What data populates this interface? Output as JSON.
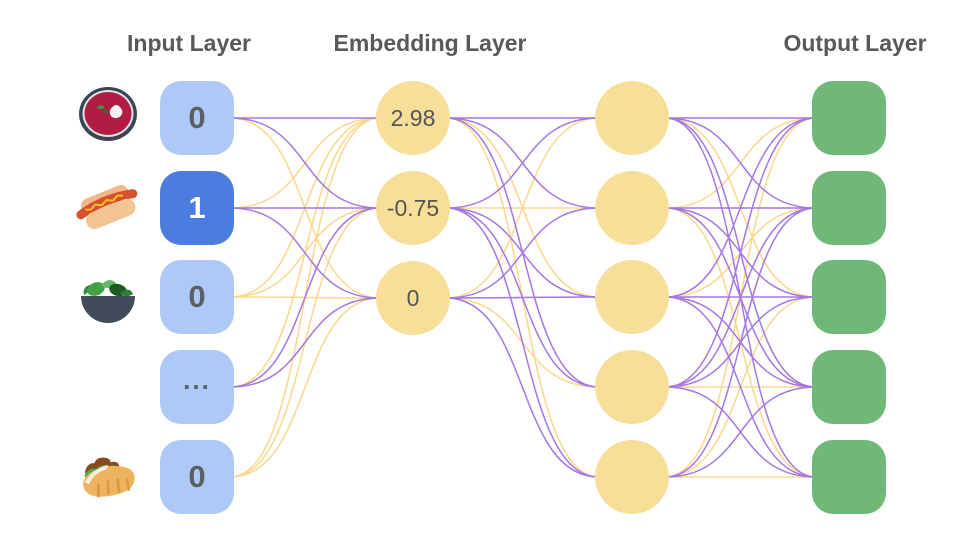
{
  "titles": {
    "input": "Input Layer",
    "embedding": "Embedding Layer",
    "output": "Output Layer"
  },
  "colors": {
    "edge_purple": "#a577e2",
    "edge_yellow": "#f8d88d",
    "node_blue_light": "#aec9f7",
    "node_blue_active": "#4b7de0",
    "node_yellow": "#f7df99",
    "node_green": "#70b878",
    "title_text": "#58595b"
  },
  "layers": {
    "input": {
      "nodes": [
        {
          "value": "0",
          "icon": "borscht-bowl-icon",
          "active": false
        },
        {
          "value": "1",
          "icon": "hot-dog-icon",
          "active": true
        },
        {
          "value": "0",
          "icon": "salad-icon",
          "active": false
        },
        {
          "value": "...",
          "icon": null,
          "active": false
        },
        {
          "value": "0",
          "icon": "pita-icon",
          "active": false
        }
      ]
    },
    "embedding": {
      "nodes": [
        {
          "value": "2.98"
        },
        {
          "value": "-0.75"
        },
        {
          "value": "0"
        }
      ]
    },
    "hidden": {
      "node_count": 5
    },
    "output": {
      "node_count": 5
    }
  },
  "edges": {
    "input_to_embedding": [
      {
        "from": 0,
        "to": 0,
        "color": "purple"
      },
      {
        "from": 0,
        "to": 1,
        "color": "purple"
      },
      {
        "from": 0,
        "to": 2,
        "color": "yellow"
      },
      {
        "from": 1,
        "to": 0,
        "color": "yellow"
      },
      {
        "from": 1,
        "to": 1,
        "color": "purple"
      },
      {
        "from": 1,
        "to": 2,
        "color": "purple"
      },
      {
        "from": 2,
        "to": 0,
        "color": "yellow"
      },
      {
        "from": 2,
        "to": 1,
        "color": "yellow"
      },
      {
        "from": 2,
        "to": 2,
        "color": "yellow"
      },
      {
        "from": 3,
        "to": 0,
        "color": "yellow"
      },
      {
        "from": 3,
        "to": 1,
        "color": "purple"
      },
      {
        "from": 3,
        "to": 2,
        "color": "purple"
      },
      {
        "from": 4,
        "to": 0,
        "color": "yellow"
      },
      {
        "from": 4,
        "to": 1,
        "color": "yellow"
      },
      {
        "from": 4,
        "to": 2,
        "color": "yellow"
      }
    ],
    "embedding_to_hidden": [
      {
        "from": 0,
        "to": 0,
        "color": "purple"
      },
      {
        "from": 0,
        "to": 1,
        "color": "purple"
      },
      {
        "from": 0,
        "to": 2,
        "color": "yellow"
      },
      {
        "from": 0,
        "to": 3,
        "color": "purple"
      },
      {
        "from": 0,
        "to": 4,
        "color": "yellow"
      },
      {
        "from": 1,
        "to": 0,
        "color": "purple"
      },
      {
        "from": 1,
        "to": 1,
        "color": "yellow"
      },
      {
        "from": 1,
        "to": 2,
        "color": "purple"
      },
      {
        "from": 1,
        "to": 3,
        "color": "purple"
      },
      {
        "from": 1,
        "to": 4,
        "color": "purple"
      },
      {
        "from": 2,
        "to": 0,
        "color": "yellow"
      },
      {
        "from": 2,
        "to": 1,
        "color": "purple"
      },
      {
        "from": 2,
        "to": 2,
        "color": "purple"
      },
      {
        "from": 2,
        "to": 3,
        "color": "yellow"
      },
      {
        "from": 2,
        "to": 4,
        "color": "purple"
      }
    ],
    "hidden_to_output": [
      {
        "from": 0,
        "to": 0,
        "color": "purple"
      },
      {
        "from": 0,
        "to": 1,
        "color": "purple"
      },
      {
        "from": 0,
        "to": 2,
        "color": "yellow"
      },
      {
        "from": 0,
        "to": 3,
        "color": "purple"
      },
      {
        "from": 0,
        "to": 4,
        "color": "purple"
      },
      {
        "from": 1,
        "to": 0,
        "color": "yellow"
      },
      {
        "from": 1,
        "to": 1,
        "color": "purple"
      },
      {
        "from": 1,
        "to": 2,
        "color": "purple"
      },
      {
        "from": 1,
        "to": 3,
        "color": "purple"
      },
      {
        "from": 1,
        "to": 4,
        "color": "yellow"
      },
      {
        "from": 2,
        "to": 0,
        "color": "purple"
      },
      {
        "from": 2,
        "to": 1,
        "color": "yellow"
      },
      {
        "from": 2,
        "to": 2,
        "color": "purple"
      },
      {
        "from": 2,
        "to": 3,
        "color": "purple"
      },
      {
        "from": 2,
        "to": 4,
        "color": "purple"
      },
      {
        "from": 3,
        "to": 0,
        "color": "purple"
      },
      {
        "from": 3,
        "to": 1,
        "color": "purple"
      },
      {
        "from": 3,
        "to": 2,
        "color": "purple"
      },
      {
        "from": 3,
        "to": 3,
        "color": "yellow"
      },
      {
        "from": 3,
        "to": 4,
        "color": "purple"
      },
      {
        "from": 4,
        "to": 0,
        "color": "yellow"
      },
      {
        "from": 4,
        "to": 1,
        "color": "purple"
      },
      {
        "from": 4,
        "to": 2,
        "color": "yellow"
      },
      {
        "from": 4,
        "to": 3,
        "color": "purple"
      },
      {
        "from": 4,
        "to": 4,
        "color": "yellow"
      }
    ]
  }
}
